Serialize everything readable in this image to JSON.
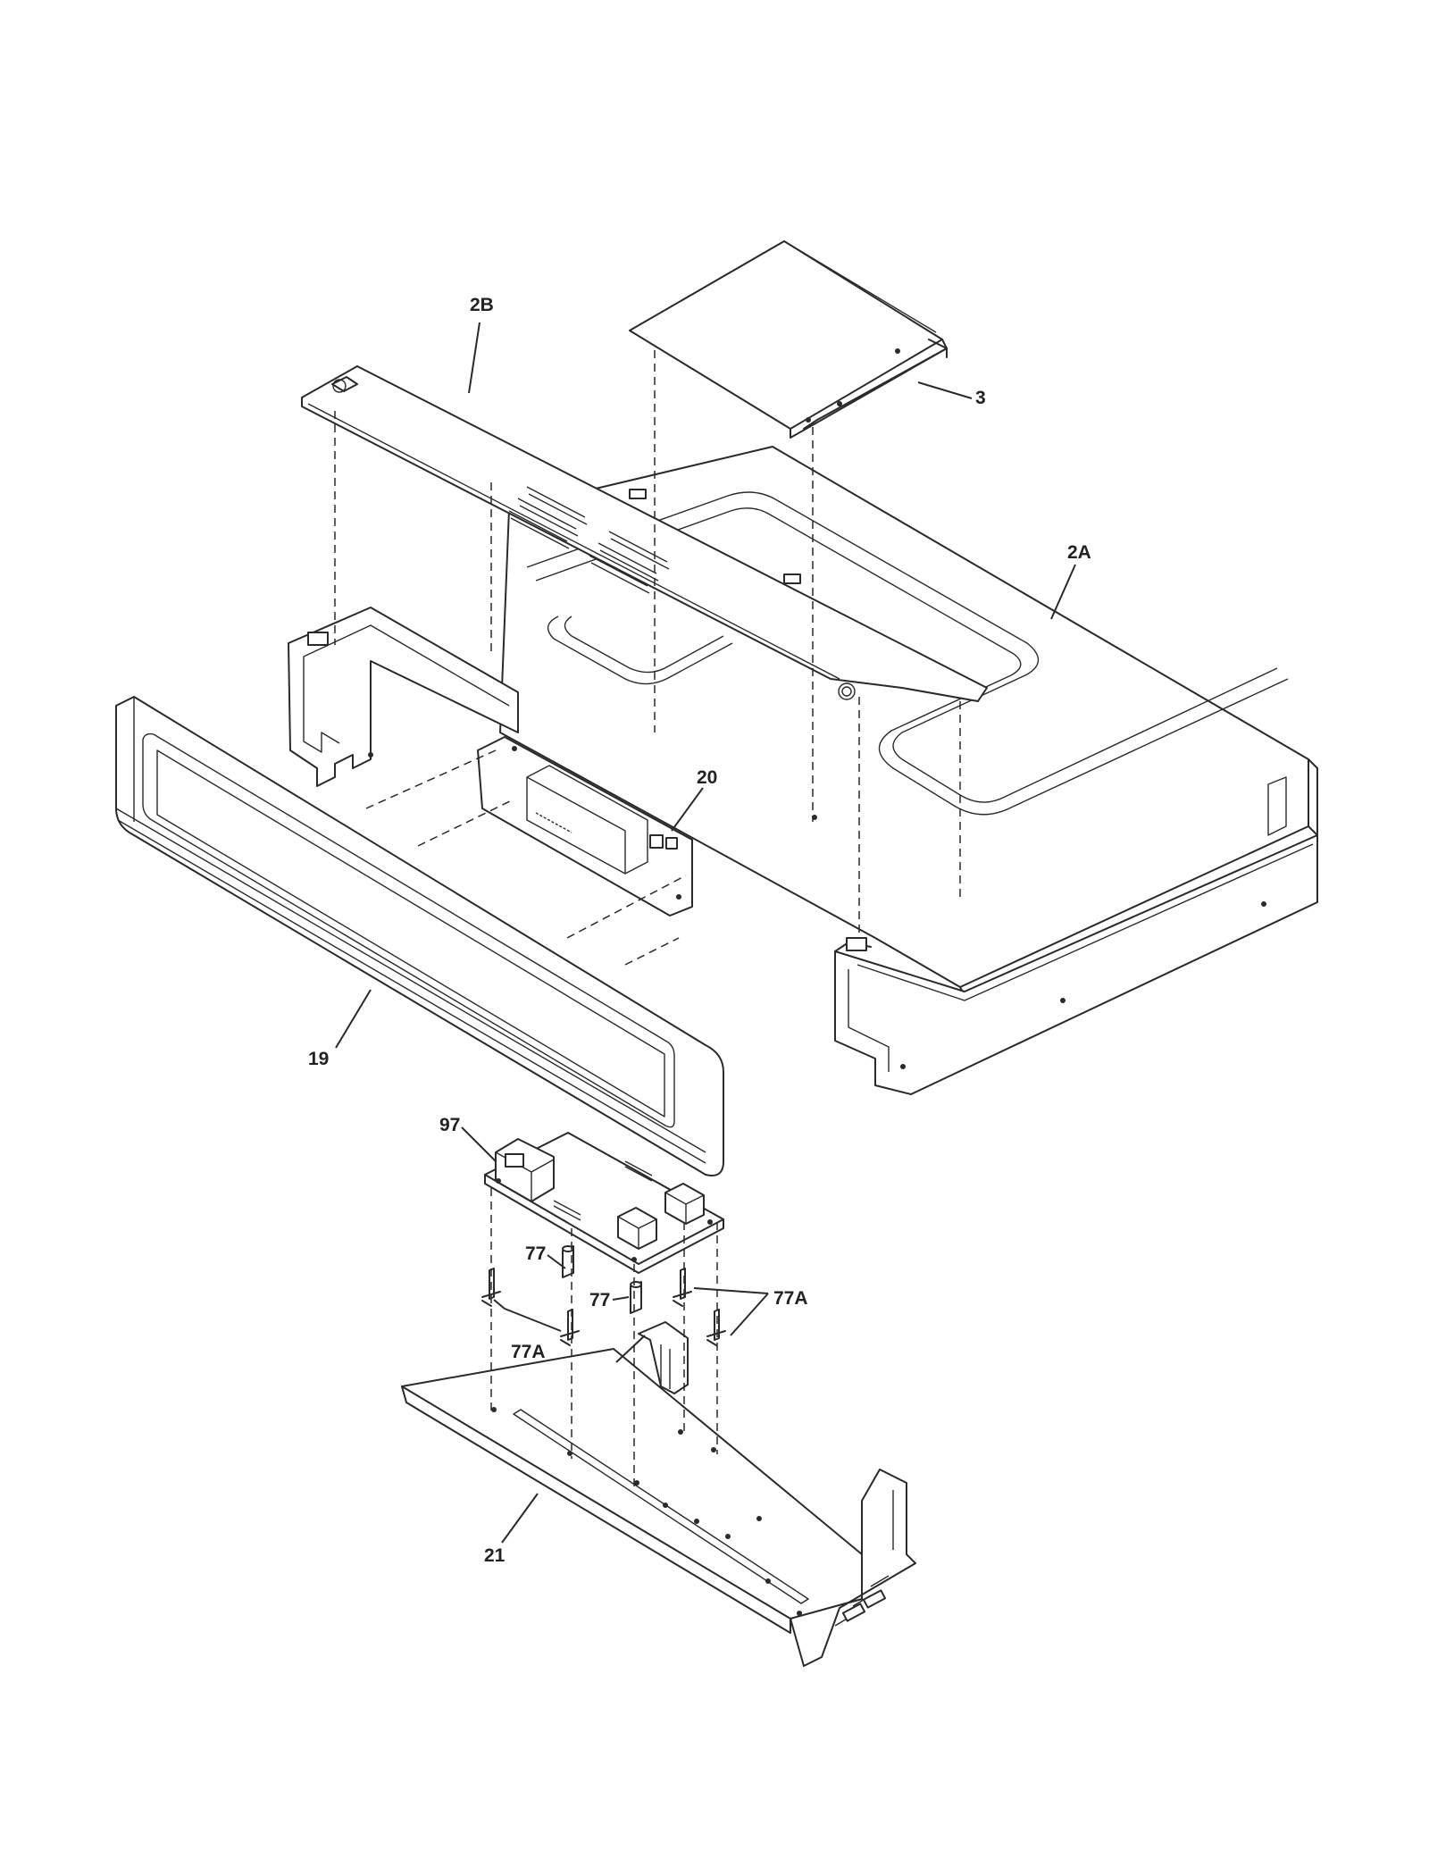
{
  "callouts": {
    "c_2B": "2B",
    "c_3": "3",
    "c_2A": "2A",
    "c_20": "20",
    "c_19": "19",
    "c_97": "97",
    "c_77_a": "77",
    "c_77_b": "77",
    "c_77A_right": "77A",
    "c_77A_left": "77A",
    "c_21": "21"
  }
}
